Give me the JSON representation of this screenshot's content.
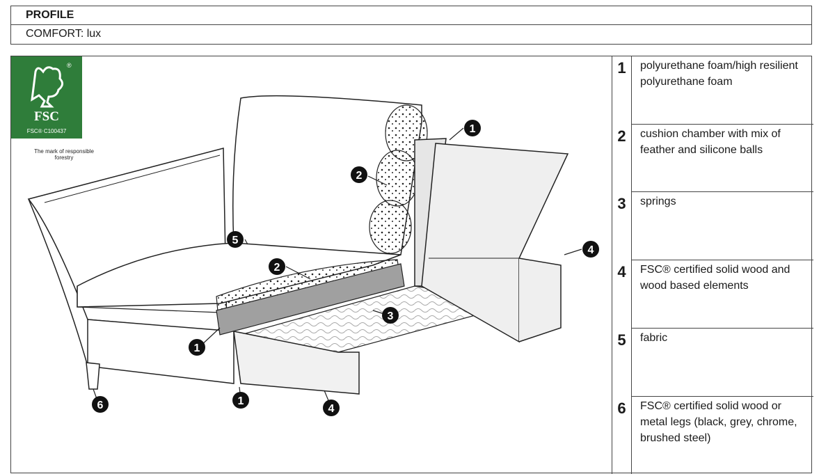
{
  "header": {
    "title": "PROFILE",
    "comfort": "COMFORT: lux"
  },
  "fsc": {
    "brand": "FSC",
    "code": "FSC® C100437",
    "tagline": "The mark of responsible forestry",
    "color": "#2f7d3a"
  },
  "callouts": [
    "1",
    "2",
    "3",
    "4",
    "5",
    "6"
  ],
  "legend": [
    {
      "num": "1",
      "text": "polyurethane foam/high resilient polyurethane foam"
    },
    {
      "num": "2",
      "text": "cushion chamber with mix of feather and silicone balls"
    },
    {
      "num": "3",
      "text": "springs"
    },
    {
      "num": "4",
      "text": "FSC® certified solid wood and wood based elements"
    },
    {
      "num": "5",
      "text": "fabric"
    },
    {
      "num": "6",
      "text": "FSC® certified solid wood or metal legs (black, grey, chrome, brushed steel)"
    }
  ]
}
